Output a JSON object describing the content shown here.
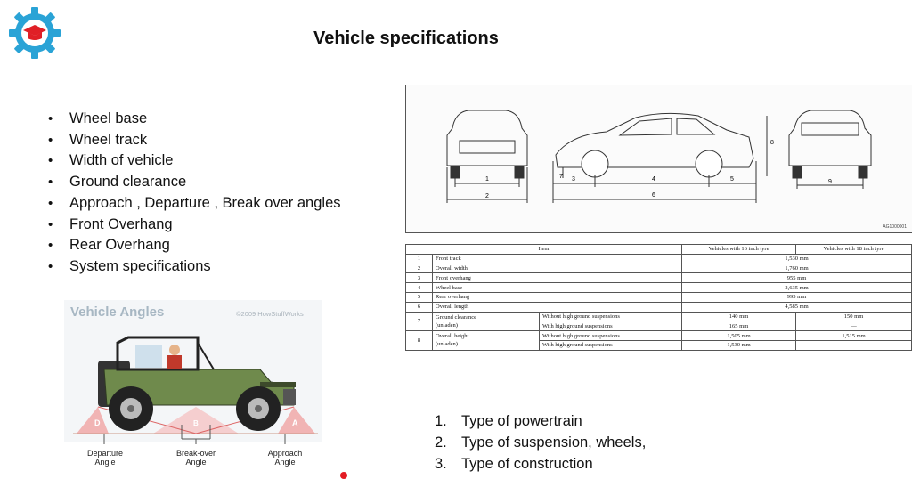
{
  "slide": {
    "title": "Vehicle specifications",
    "bullets": [
      "Wheel base",
      "Wheel track",
      "Width of vehicle",
      "Ground clearance",
      "Approach , Departure , Break over angles",
      "Front Overhang",
      "Rear Overhang",
      "System specifications"
    ],
    "numbered": [
      {
        "num": "1.",
        "text": "Type of powertrain"
      },
      {
        "num": "2.",
        "text": "Type of suspension, wheels,"
      },
      {
        "num": "3.",
        "text": "Type of construction"
      }
    ]
  },
  "angles_figure": {
    "title": "Vehicle Angles",
    "copyright": "©2009 HowStuffWorks",
    "departure": [
      "Departure",
      "Angle"
    ],
    "breakover": [
      "Break-over",
      "Angle"
    ],
    "approach": [
      "Approach",
      "Angle"
    ],
    "letters": {
      "d": "D",
      "b": "B",
      "a": "A"
    }
  },
  "drawing": {
    "code": "AG1000001",
    "dims": {
      "d1": "1",
      "d2": "2",
      "d3": "3",
      "d4": "4",
      "d5": "5",
      "d6": "6",
      "d7": "7",
      "d8": "8",
      "d9": "9"
    }
  },
  "spec_table": {
    "headers": {
      "item": "Item",
      "c16": "Vehicles with 16 inch tyre",
      "c18": "Vehicles with 18 inch tyre"
    },
    "rows": [
      {
        "n": "1",
        "item": "Front track",
        "value": "1,530 mm"
      },
      {
        "n": "2",
        "item": "Overall width",
        "value": "1,760 mm"
      },
      {
        "n": "3",
        "item": "Front overhang",
        "value": "955 mm"
      },
      {
        "n": "4",
        "item": "Wheel base",
        "value": "2,635 mm"
      },
      {
        "n": "5",
        "item": "Rear overhang",
        "value": "995 mm"
      },
      {
        "n": "6",
        "item": "Overall length",
        "value": "4,585 mm"
      }
    ],
    "split_rows": [
      {
        "n": "7",
        "item1": "Ground clearance",
        "item2": "(unladen)",
        "a_label": "Without high ground suspensions",
        "a16": "140 mm",
        "a18": "150 mm",
        "b_label": "With high ground suspensions",
        "b16": "165 mm",
        "b18": "—"
      },
      {
        "n": "8",
        "item1": "Overall height",
        "item2": "(unladen)",
        "a_label": "Without high ground suspensions",
        "a16": "1,505 mm",
        "a18": "1,515 mm",
        "b_label": "With high ground suspensions",
        "b16": "1,530 mm",
        "b18": "—"
      }
    ]
  },
  "colors": {
    "gear": "#2aa3d6",
    "cap": "#e01f26",
    "jeep": "#6f8a4c",
    "triangle": "#f0a8a8"
  }
}
